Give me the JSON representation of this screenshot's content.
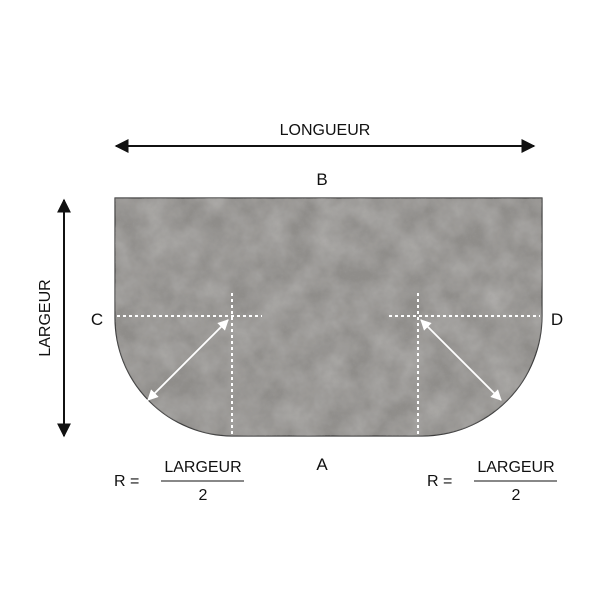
{
  "dimensions": {
    "length_label": "LONGUEUR",
    "width_label": "LARGEUR"
  },
  "edges": {
    "top": "B",
    "bottom": "A",
    "left": "C",
    "right": "D"
  },
  "formulas": [
    {
      "r": "R =",
      "numerator": "LARGEUR",
      "denominator": "2"
    },
    {
      "r": "R =",
      "numerator": "LARGEUR",
      "denominator": "2"
    }
  ],
  "colors": {
    "surface": "#8f8d8a",
    "outline": "#3a3a3a",
    "arrows": "#111111",
    "guides": "#ffffff"
  }
}
